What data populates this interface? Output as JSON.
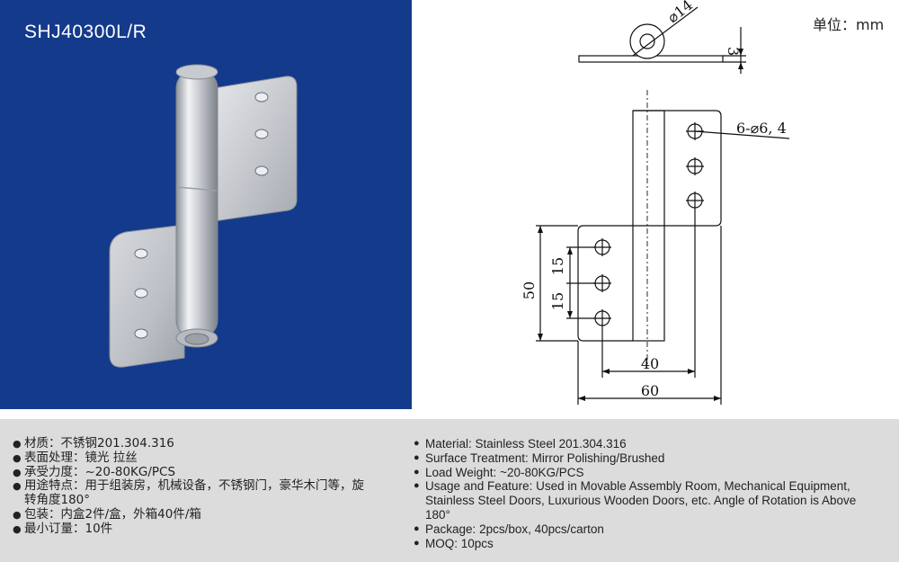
{
  "header": {
    "model": "SHJ40300L/R",
    "unit": "单位：mm"
  },
  "drawing": {
    "labels": {
      "pin_diameter": "⌀14",
      "leaf_thickness": "3",
      "holes": "6-⌀6, 4",
      "height": "50",
      "pitch_top": "15",
      "pitch_bottom": "15",
      "hole_span": "40",
      "width": "60"
    }
  },
  "specs_cn": [
    {
      "label": "材质：",
      "value": "不锈钢201.304.316"
    },
    {
      "label": "表面处理：",
      "value": "镜光 拉丝"
    },
    {
      "label": "承受力度：",
      "value": "~20-80KG/PCS"
    },
    {
      "label": "用途特点：",
      "value": "用于组装房，机械设备，不锈钢门，豪华木门等，旋转角度180°"
    },
    {
      "label": "包装：",
      "value": "内盒2件/盒，外箱40件/箱"
    },
    {
      "label": "最小订量：",
      "value": "10件"
    }
  ],
  "specs_en": [
    {
      "label": "Material:",
      "value": "Stainless Steel 201.304.316"
    },
    {
      "label": "Surface Treatment:",
      "value": "Mirror Polishing/Brushed"
    },
    {
      "label": "Load Weight:",
      "value": "~20-80KG/PCS"
    },
    {
      "label": "Usage and Feature:",
      "value": "Used in Movable Assembly Room, Mechanical Equipment, Stainless Steel Doors, Luxurious Wooden Doors, etc. Angle of Rotation is Above 180°"
    },
    {
      "label": "Package:",
      "value": "2pcs/box, 40pcs/carton"
    },
    {
      "label": "MOQ:",
      "value": "10pcs"
    }
  ]
}
